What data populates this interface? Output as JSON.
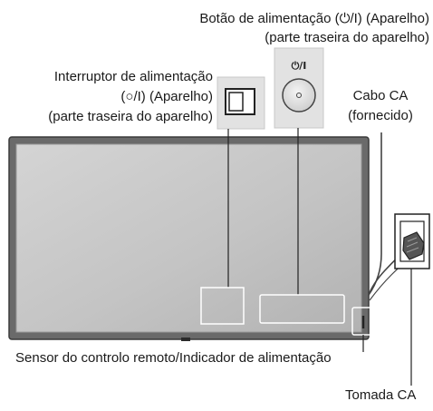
{
  "labels": {
    "power_button_line1": "Botão de alimentação (⏻/I) (Aparelho)",
    "power_button_line2": "(parte traseira do aparelho)",
    "power_switch_line1": "Interruptor de alimentação",
    "power_switch_line2": "(○/I) (Aparelho)",
    "power_switch_line3": "(parte traseira do aparelho)",
    "button_panel_symbol": "⏻/I",
    "ac_cable_line1": "Cabo CA",
    "ac_cable_line2": "(fornecido)",
    "sensor_indicator": "Sensor do controlo remoto/Indicador de alimentação",
    "ac_outlet": "Tomada CA"
  }
}
